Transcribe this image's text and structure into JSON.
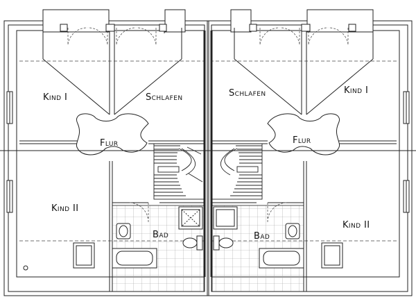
{
  "plan": {
    "colors": {
      "line": "#222222",
      "background": "#ffffff"
    },
    "rooms": {
      "left_kind1": "Kind I",
      "left_schlafen": "Schlafen",
      "left_flur": "Flur",
      "left_kind2": "Kind II",
      "left_bad": "Bad",
      "right_schlafen": "Schlafen",
      "right_kind1": "Kind I",
      "right_flur": "Flur",
      "right_kind2": "Kind II",
      "right_bad": "Bad"
    }
  }
}
